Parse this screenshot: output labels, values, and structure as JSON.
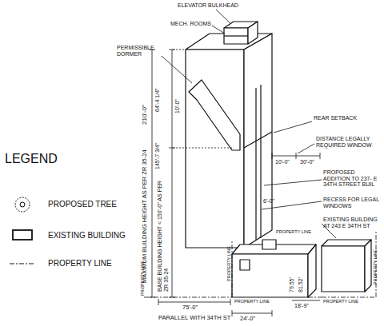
{
  "diagram": {
    "labels": [
      "ELEVATOR BULKHEAD",
      "MECH. ROOMS",
      "PERMISSIBLE DORMER",
      "64'-4 1/4\"",
      "10'-0\"",
      "210'-0\"",
      "MAXIMUM BUILDING HEIGHT AS PER ZR 35-24",
      "145'-7 3/4\"",
      "BASE BUILDING HEIGHT < 150'-0\" AS PER ZR 35-24",
      "REAR SETBACK",
      "DISTANCE LEGALLY REQUIRED WINDOW",
      "10'-0\"",
      "30'-0\"",
      "PROPOSED ADDITION TO 237- E 34TH STREET BUIL",
      "RECESS FOR LEGAL WINDOWS",
      "6'-0\"",
      "EXISTING BUILDING AT 243 E 34TH ST",
      "79.55'",
      "81.52'",
      "18'-9\"",
      "75'-0\"",
      "PARALLEL WITH 34TH ST",
      "24'-0\"",
      "LEGEND",
      "PROPERTY LINE",
      "PROPERTY LINE",
      "PROPERTY LINE",
      "PROPERTY LINE",
      "PROPERTY LINE",
      "PROPERTY LINE"
    ],
    "legend": [
      {
        "text": "PROPOSED TREE"
      },
      {
        "text": "EXISTING BUILDING"
      },
      {
        "text": "PROPERTY LINE"
      }
    ]
  }
}
